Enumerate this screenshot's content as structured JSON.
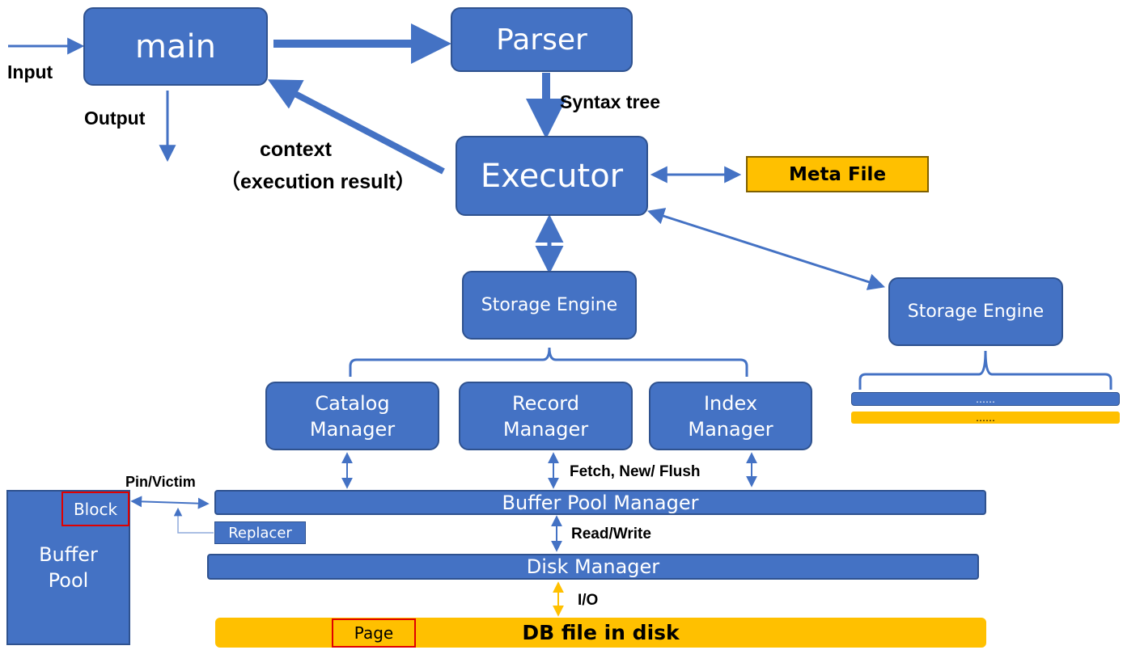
{
  "nodes": {
    "main": "main",
    "parser": "Parser",
    "executor": "Executor",
    "meta_file": "Meta File",
    "storage_engine_1": "Storage Engine",
    "storage_engine_2": "Storage Engine",
    "catalog_manager": [
      "Catalog",
      "Manager"
    ],
    "record_manager": [
      "Record",
      "Manager"
    ],
    "index_manager": [
      "Index",
      "Manager"
    ],
    "buffer_pool_manager": "Buffer Pool Manager",
    "replacer": "Replacer",
    "disk_manager": "Disk Manager",
    "buffer_pool": [
      "Buffer",
      "Pool"
    ],
    "block": "Block",
    "db_file": "DB file in disk",
    "page": "Page",
    "ellipsis_blue": "……",
    "ellipsis_gold": "……"
  },
  "edge_labels": {
    "input": "Input",
    "output": "Output",
    "syntax_tree": "Syntax tree",
    "context": "context",
    "execution_result": "（execution result）",
    "pin_victim": "Pin/Victim",
    "fetch_new_flush": "Fetch, New/ Flush",
    "read_write": "Read/Write",
    "io": "I/O"
  },
  "colors": {
    "box_fill": "#4472c4",
    "box_border": "#2f528f",
    "arrow": "#4472c4",
    "file": "#ffc000",
    "highlight": "#e00000"
  }
}
